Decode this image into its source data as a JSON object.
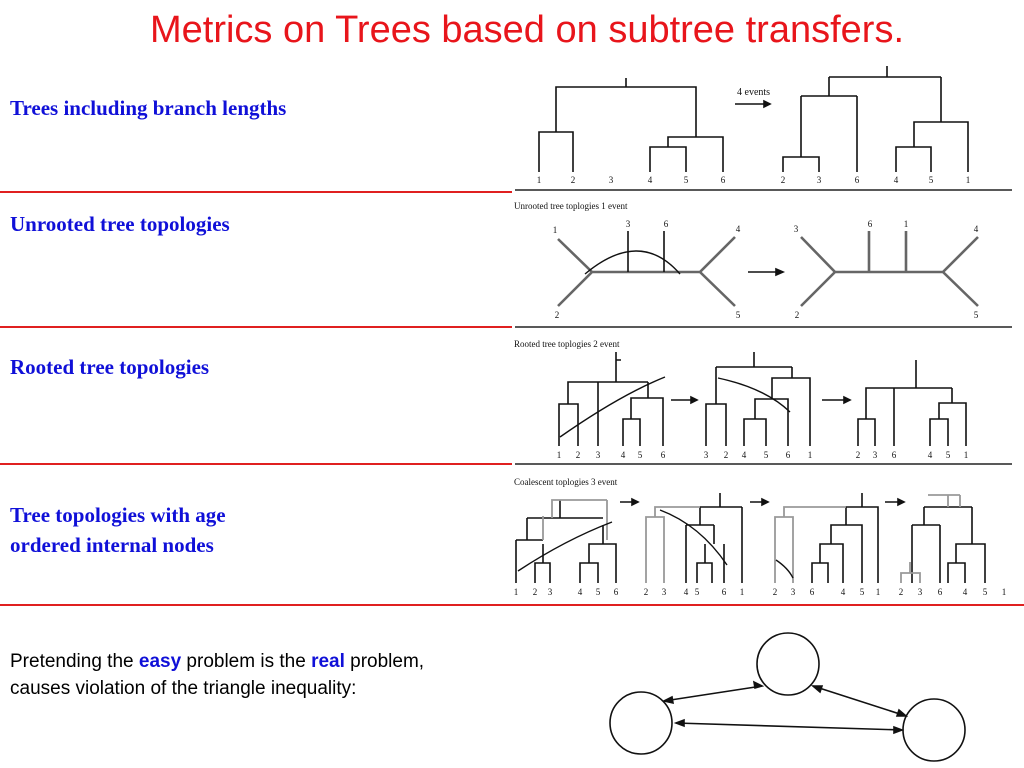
{
  "slide": {
    "title": "Metrics on Trees based on subtree transfers."
  },
  "rows": [
    {
      "label": "Trees including branch lengths",
      "arrow_label": "4 events",
      "left_leaves": [
        "1",
        "2",
        "3",
        "4",
        "5",
        "6"
      ],
      "right_leaves": [
        "2",
        "3",
        "6",
        "4",
        "5",
        "1"
      ]
    },
    {
      "label": "Unrooted tree topologies",
      "caption": "Unrooted tree toplogies 1 event",
      "left_leaves": [
        "1",
        "3",
        "6",
        "4",
        "2",
        "5"
      ],
      "right_leaves": [
        "3",
        "6",
        "1",
        "4",
        "2",
        "5"
      ]
    },
    {
      "label": "Rooted tree topologies",
      "caption": "Rooted tree toplogies 2 event",
      "t1_leaves": [
        "1",
        "2",
        "3",
        "4",
        "5",
        "6"
      ],
      "t2_leaves": [
        "3",
        "2",
        "4",
        "5",
        "6",
        "1"
      ],
      "t3_leaves": [
        "2",
        "3",
        "6",
        "4",
        "5",
        "1"
      ]
    },
    {
      "label_line1": "Tree topologies with age",
      "label_line2": "ordered internal nodes",
      "caption": "Coalescent toplogies 3 event",
      "t1_leaves": [
        "1",
        "2",
        "3",
        "4",
        "5",
        "6"
      ],
      "t2_leaves": [
        "2",
        "3",
        "4",
        "5",
        "6",
        "1"
      ],
      "t3_leaves": [
        "2",
        "3",
        "6",
        "4",
        "5",
        "1"
      ],
      "t4_leaves": [
        "2",
        "3",
        "6",
        "4",
        "5",
        "1"
      ]
    }
  ],
  "note": {
    "text1": "Pretending the ",
    "hl1": "easy",
    "text2": " problem is the ",
    "hl2": "real",
    "text3": " problem, causes violation of the triangle inequality:"
  },
  "colors": {
    "title": "#e8151b",
    "label": "#1010d8",
    "separator": "#e02020"
  }
}
